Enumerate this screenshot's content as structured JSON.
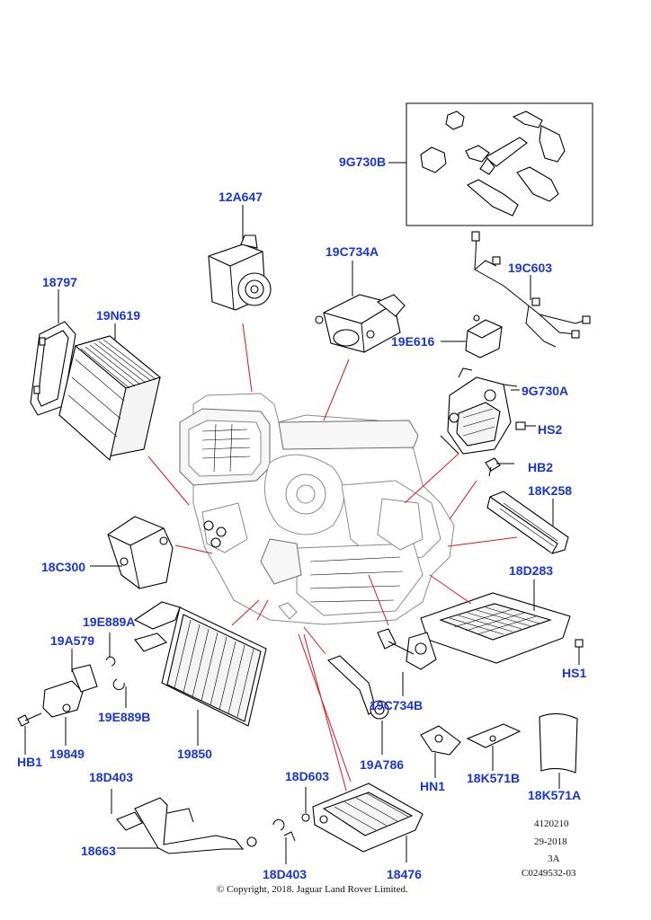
{
  "labels": {
    "p9G730B": "9G730B",
    "p12A647": "12A647",
    "p19C734A": "19C734A",
    "p19C603": "19C603",
    "p18797": "18797",
    "p19N619": "19N619",
    "p19E616": "19E616",
    "p9G730A": "9G730A",
    "pHS2": "HS2",
    "pHB2": "HB2",
    "p18K258": "18K258",
    "p18C300": "18C300",
    "p18D283": "18D283",
    "p19E889A": "19E889A",
    "p19A579": "19A579",
    "p19E889B": "19E889B",
    "p19849": "19849",
    "p19850": "19850",
    "pHB1": "HB1",
    "p19C734B": "19C734B",
    "pHS1": "HS1",
    "p19A786": "19A786",
    "pHN1": "HN1",
    "p18K571B": "18K571B",
    "p18K571A": "18K571A",
    "p18D403a": "18D403",
    "p18D603": "18D603",
    "p18663": "18663",
    "p18D403b": "18D403",
    "p18476": "18476"
  },
  "meta": {
    "line1": "4120210",
    "line2": "29-2018",
    "line3": "3A",
    "line4": "C0249532-03"
  },
  "copyright": "© Copyright, 2018. Jaguar Land Rover Limited."
}
